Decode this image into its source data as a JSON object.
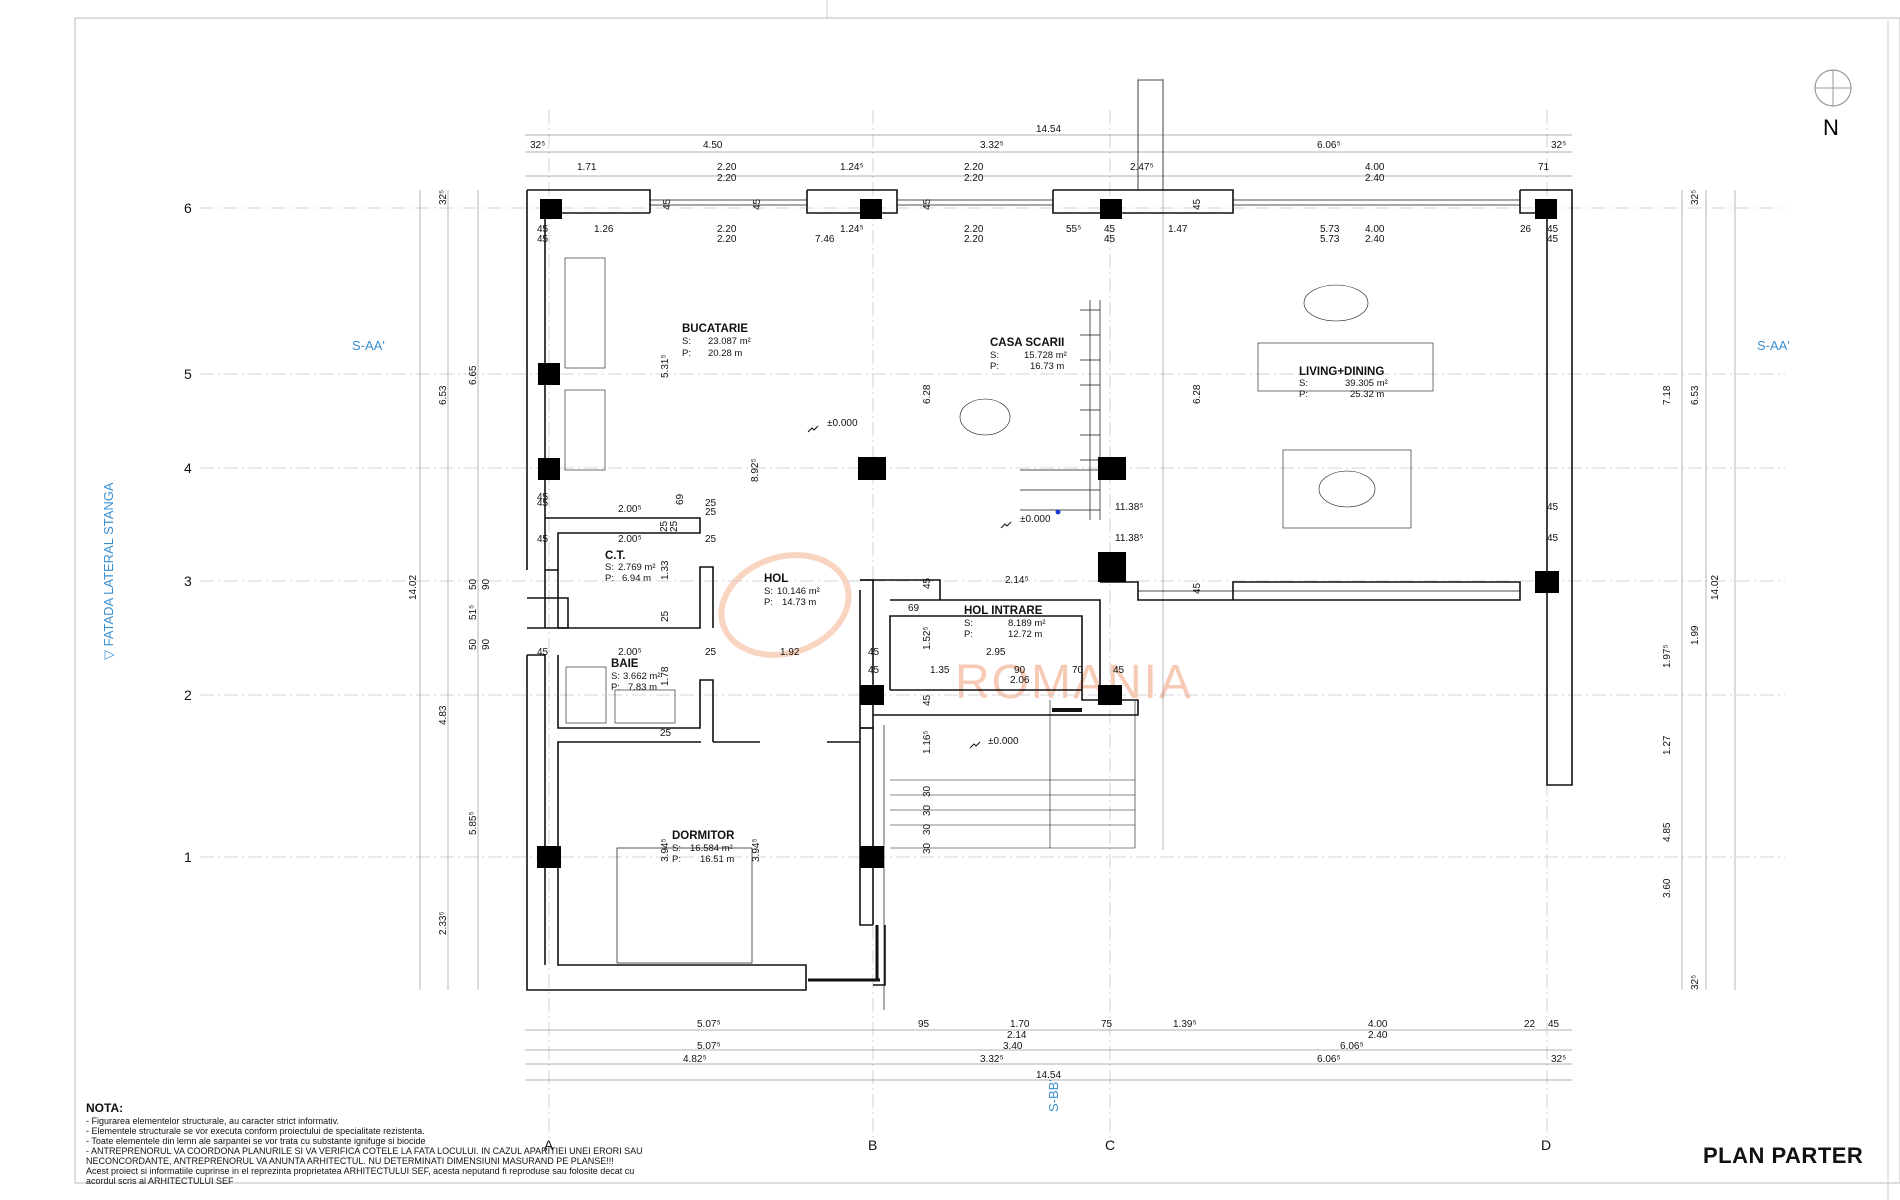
{
  "plan": {
    "title": "PLAN PARTER",
    "north": "N",
    "elevation_label": "▽ FATADA LATERAL STANGA",
    "watermark": "ROMANIA",
    "section_labels": [
      "S-AA'",
      "S-AA'",
      "S-BB'"
    ],
    "axes_rows": [
      "6",
      "5",
      "4",
      "3",
      "2",
      "1"
    ],
    "axes_cols": [
      "A",
      "B",
      "C",
      "D"
    ],
    "levels": [
      "±0.000",
      "±0.000",
      "±0.000"
    ]
  },
  "rooms": [
    {
      "name": "BUCATARIE",
      "s_label": "S:",
      "s": "23.087 m²",
      "p_label": "P:",
      "p": "20.28 m"
    },
    {
      "name": "CASA SCARII",
      "s_label": "S:",
      "s": "15.728 m²",
      "p_label": "P:",
      "p": "16.73 m"
    },
    {
      "name": "LIVING+DINING",
      "s_label": "S:",
      "s": "39.305 m²",
      "p_label": "P:",
      "p": "25.32 m"
    },
    {
      "name": "C.T.",
      "s_label": "S:",
      "s": "2.769 m²",
      "p_label": "P:",
      "p": "6.94 m"
    },
    {
      "name": "HOL",
      "s_label": "S:",
      "s": "10.146 m²",
      "p_label": "P:",
      "p": "14.73 m"
    },
    {
      "name": "HOL INTRARE",
      "s_label": "S:",
      "s": "8.189 m²",
      "p_label": "P:",
      "p": "12.72 m"
    },
    {
      "name": "BAIE",
      "s_label": "S:",
      "s": "3.662 m²",
      "p_label": "P:",
      "p": "7.83 m"
    },
    {
      "name": "DORMITOR",
      "s_label": "S:",
      "s": "16.584 m²",
      "p_label": "P:",
      "p": "16.51 m"
    }
  ],
  "dims_top": {
    "overall": "14.54",
    "row2": [
      "32⁵",
      "4.50",
      "3.32⁵",
      "6.06⁵",
      "32⁵"
    ],
    "row3": [
      "1.71",
      "2.20",
      "1.24⁵",
      "2.20",
      "2.47⁵",
      "4.00",
      "71"
    ],
    "row3b": [
      "2.20",
      "2.20",
      "2.40"
    ]
  },
  "dims_inner": {
    "row_a": [
      "45",
      "1.26",
      "2.20",
      "1.24⁵",
      "2.20",
      "55⁵",
      "45",
      "1.47",
      "5.73",
      "4.00",
      "26",
      "45"
    ],
    "row_b": [
      "45",
      "2.20",
      "7.46",
      "2.20",
      "45",
      "5.73",
      "2.40",
      "45"
    ],
    "walls_top": [
      "45",
      "45",
      "45",
      "45"
    ]
  },
  "dims_bottom": {
    "row1": [
      "5.07⁵",
      "95",
      "1.70",
      "75",
      "1.39⁵",
      "4.00",
      "22",
      "45"
    ],
    "row1b": [
      "2.14",
      "2.40"
    ],
    "row2": [
      "5.07⁵",
      "3.40",
      "6.06⁵"
    ],
    "row3": [
      "4.82⁵",
      "3.32⁵",
      "6.06⁵",
      "32⁵"
    ],
    "overall": "14.54"
  },
  "dims_left": {
    "outer": "14.02",
    "col_a": [
      "6.53",
      "4.83",
      "2.33⁵"
    ],
    "col_b": [
      "6.65",
      "5.85⁵"
    ],
    "top_small": "32⁵",
    "mid": [
      "50",
      "90",
      "51⁵",
      "50",
      "90"
    ]
  },
  "dims_right": {
    "outer": "14.02",
    "col_a": [
      "7.18",
      "1.97⁵",
      "1.27",
      "4.85",
      "3.60"
    ],
    "col_b": [
      "6.53",
      "1.99"
    ],
    "top_small": "32⁵",
    "bottom_small": "32⁵"
  },
  "dims_interior": {
    "kitchen_h": "5.31⁵",
    "hall_h": "8.92⁵",
    "stair_h": "6.28",
    "living_h": "6.28",
    "ct_w1": "2.00⁵",
    "ct_w2": "2.00⁵",
    "baie_w": "2.00⁵",
    "baie_h": "1.78",
    "ct_h": "1.33",
    "hol_w": "1.92",
    "hol_i_w": "2.95",
    "hol_i_w2": "1.35",
    "hol_i_w3": "2.14⁵",
    "hol_i_d": "2.06",
    "hol_i_h": "1.52⁵",
    "entr_h": "1.16⁵",
    "dorm_h1": "3.94⁵",
    "dorm_h2": "3.94⁵",
    "living_w1": "11.38⁵",
    "living_w2": "11.38⁵",
    "small": [
      "45",
      "25",
      "69",
      "25",
      "25",
      "25",
      "25",
      "25",
      "25",
      "25",
      "45",
      "45",
      "45",
      "90",
      "70",
      "45",
      "45",
      "45",
      "69",
      "45",
      "30",
      "30",
      "30",
      "30",
      "45",
      "45",
      "45",
      "45"
    ]
  },
  "nota": {
    "heading": "NOTA:",
    "lines": [
      "- Figurarea elementelor structurale, au caracter strict informativ.",
      "- Elementele structurale se vor executa conform proiectului de specialitate rezistenta.",
      "- Toate elementele din lemn ale sarpantei se vor trata cu substante ignifuge si biocide",
      "- ANTREPRENORUL VA COORDONA PLANURILE SI VA VERIFICA COTELE LA FATA LOCULUI. IN CAZUL APARITIEI UNEI ERORI SAU",
      "NECONCORDANTE, ANTREPRENORUL VA ANUNTA ARHITECTUL. NU DETERMINATI DIMENSIUNI MASURAND PE PLANSE!!!",
      "Acest proiect si informatiile cuprinse in el reprezinta proprietatea ARHITECTULUI SEF, acesta neputand fi reproduse sau folosite decat cu",
      "acordul scris al ARHITECTULUI SEF"
    ]
  },
  "colors": {
    "section": "#3a8fd0",
    "watermark": "#f0a07a",
    "wall": "#111111",
    "column": "#000000"
  }
}
